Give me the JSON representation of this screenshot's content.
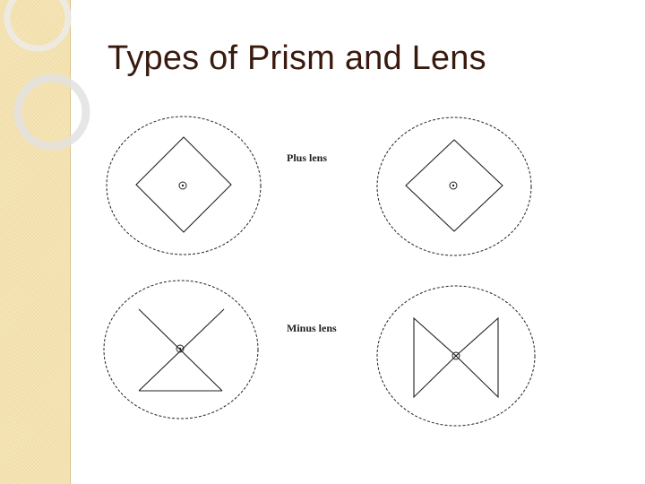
{
  "slide": {
    "title": "Types of Prism and Lens"
  },
  "diagram": {
    "labels": {
      "plus": "Plus lens",
      "minus": "Minus lens"
    }
  },
  "colors": {
    "title_text": "#3a1a0e",
    "side_band": "#f4e2b0",
    "line": "#222222"
  }
}
